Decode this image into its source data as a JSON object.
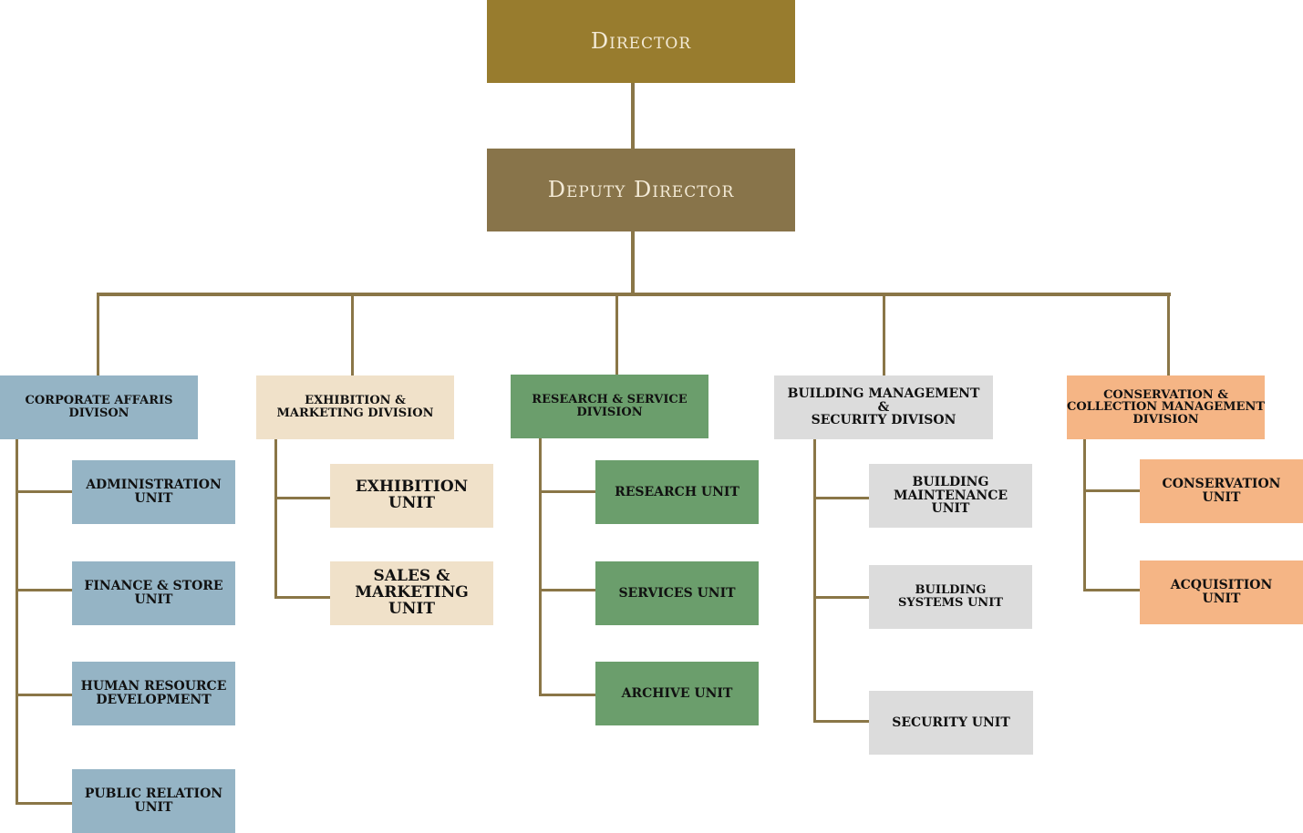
{
  "chart": {
    "director": {
      "label": "Director",
      "color": "#987c2e"
    },
    "deputy": {
      "label": "Deputy Director",
      "color": "#88744a"
    },
    "connector_color": "#8a7647",
    "divisions": [
      {
        "label": "Corporate Affaris\nDivison",
        "color": "#95b4c5",
        "units": [
          "Administration\nUnit",
          "Finance & Store\nUnit",
          "Human Resource\nDevelopment",
          "Public Relation\nUnit"
        ]
      },
      {
        "label": "Exhibition &\nMarketing Division",
        "color": "#f0e1c9",
        "units": [
          "Exhibition\nUnit",
          "Sales &\nMarketing\nUnit"
        ]
      },
      {
        "label": "Research & Service\nDivision",
        "color": "#6b9e6c",
        "units": [
          "Research Unit",
          "Services Unit",
          "Archive Unit"
        ]
      },
      {
        "label": "Building Management\n&\nSecurity Divison",
        "color": "#dcdcdc",
        "units": [
          "Building\nMaintenance\nUnit",
          "Building\nSystems Unit",
          "Security unit"
        ]
      },
      {
        "label": "Conservation &\nCollection Management\nDivision",
        "color": "#f5b585",
        "units": [
          "Conservation\nUnit",
          "Acquisition\nUnit"
        ]
      }
    ]
  }
}
